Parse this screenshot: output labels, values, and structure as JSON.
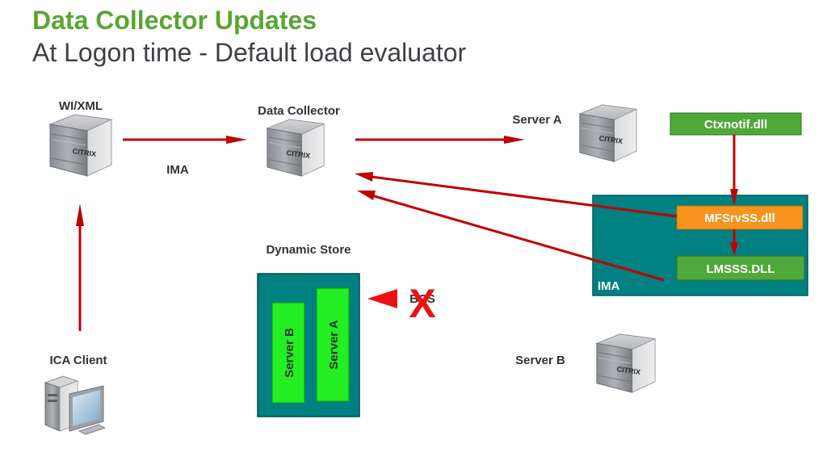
{
  "header": {
    "title": "Data Collector Updates",
    "subtitle": "At Logon time - Default load evaluator"
  },
  "labels": {
    "wi_xml": "WI/XML",
    "data_collector": "Data Collector",
    "server_a": "Server A",
    "server_b": "Server B",
    "ica_client": "ICA Client",
    "ima_link": "IMA",
    "dynamic_store": "Dynamic Store",
    "ima_box": "IMA",
    "bcs": "BCS",
    "x_mark": "X"
  },
  "server_logo": "CITRIX",
  "dynamic_store_entries": [
    "Server B",
    "Server A"
  ],
  "components": {
    "ctxnotif": "Ctxnotif.dll",
    "mfsrvss": "MFSrvSS.dll",
    "lmsss": "LMSSS.DLL"
  },
  "colors": {
    "title_green": "#5aa532",
    "subtitle_gray": "#3f3f46",
    "arrow_red": "#c00000",
    "teal": "#008080",
    "bright_green": "#22ee22",
    "component_green": "#4fa83a",
    "component_orange": "#f7941d",
    "x_red": "#ee1111"
  },
  "icons": {
    "server": "server-icon",
    "client": "computer-icon",
    "blocked": "x-mark"
  }
}
